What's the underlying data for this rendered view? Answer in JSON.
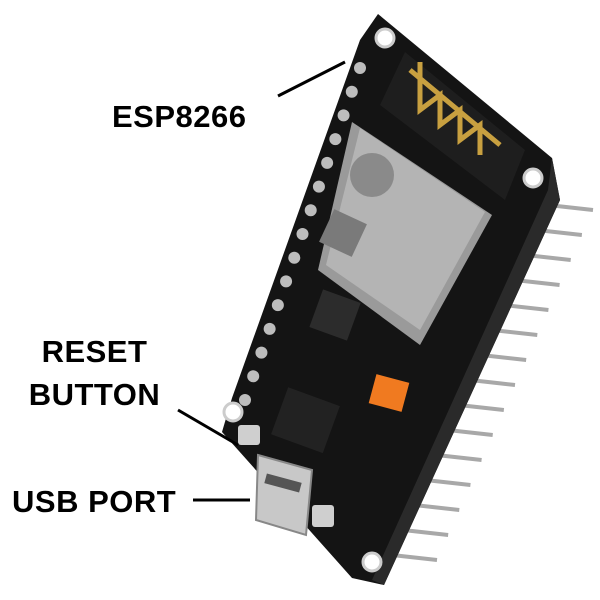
{
  "labels": {
    "esp": "ESP8266",
    "reset_line1": "RESET",
    "reset_line2": "BUTTON",
    "usb": "USB PORT"
  },
  "colors": {
    "pcb": "#141414",
    "shield": "#9a9a9a",
    "antenna": "#c8a040",
    "pins": "#b0b0b0",
    "capacitor": "#f07a20",
    "text": "#000000"
  }
}
